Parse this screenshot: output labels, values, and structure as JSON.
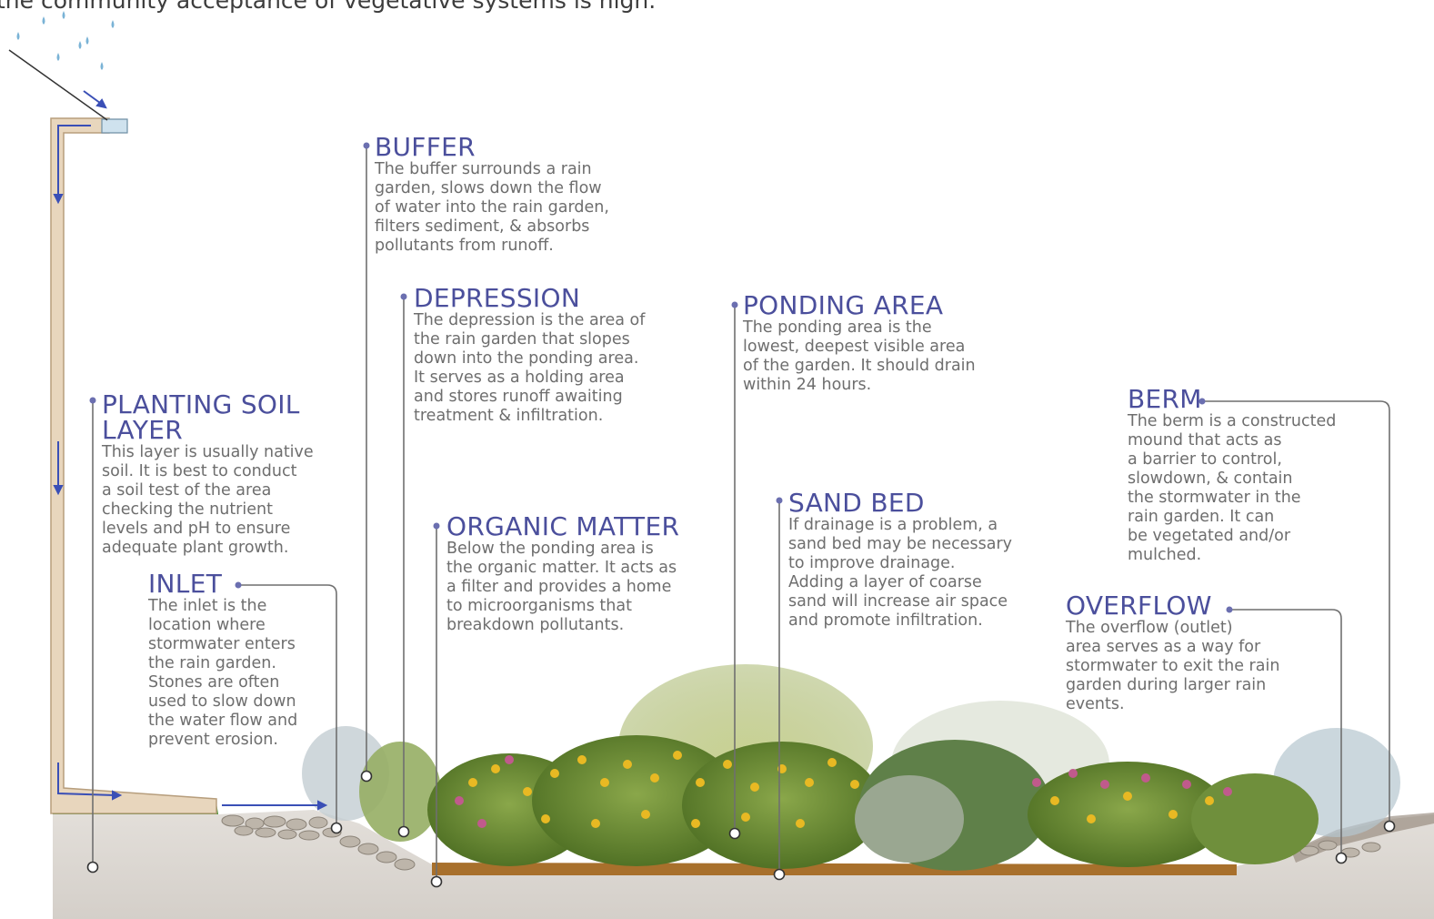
{
  "intro_text": "the community acceptance of vegetative systems is high.",
  "colors": {
    "heading": "#4b4f9c",
    "body_text": "#6e6e6e",
    "leader_line": "#6f6f6f",
    "water_arrow": "#3a4fb6",
    "downspout": "#e8d6bd",
    "soil": "#dedad6",
    "planting_bed": "#a8702c"
  },
  "icons": [
    "rain-drop-icon",
    "water-flow-arrow-icon",
    "leader-dot-icon",
    "leader-anchor-icon"
  ],
  "labels": {
    "buffer": {
      "title": "BUFFER",
      "text": "The buffer surrounds a rain\ngarden, slows down the flow\nof water into the rain garden,\nfilters sediment, & absorbs\npollutants from runoff."
    },
    "depression": {
      "title": "DEPRESSION",
      "text": "The depression is the area of\nthe rain garden that slopes\ndown into the ponding area.\nIt serves as a holding area\nand stores runoff awaiting\ntreatment & infiltration."
    },
    "ponding_area": {
      "title": "PONDING AREA",
      "text": "The ponding area is the\nlowest, deepest visible area\nof the garden. It should drain\nwithin 24 hours."
    },
    "planting_soil": {
      "title": "PLANTING SOIL\nLAYER",
      "text": "This layer is usually native\nsoil. It is best to conduct\na soil test of the area\nchecking the nutrient\nlevels and pH to ensure\nadequate plant growth."
    },
    "inlet": {
      "title": "INLET",
      "text": "The inlet is the\nlocation where\nstormwater enters\nthe rain garden.\nStones are often\nused to slow down\nthe water flow and\nprevent erosion."
    },
    "organic_matter": {
      "title": "ORGANIC MATTER",
      "text": "Below the ponding area is\nthe organic matter. It acts as\na filter and provides a home\nto microorganisms that\nbreakdown pollutants."
    },
    "sand_bed": {
      "title": "SAND BED",
      "text": "If drainage is a problem, a\nsand bed may be necessary\nto improve drainage.\nAdding a layer of coarse\nsand will increase air space\nand promote infiltration."
    },
    "berm": {
      "title": "BERM",
      "text": "The berm is a constructed\nmound that acts as\na barrier to control,\nslowdown, & contain\nthe stormwater in the\nrain garden. It can\nbe vegetated and/or\nmulched."
    },
    "overflow": {
      "title": "OVERFLOW",
      "text": "The overflow (outlet)\narea serves as a way for\nstormwater to exit the rain\ngarden during larger rain\nevents."
    }
  }
}
